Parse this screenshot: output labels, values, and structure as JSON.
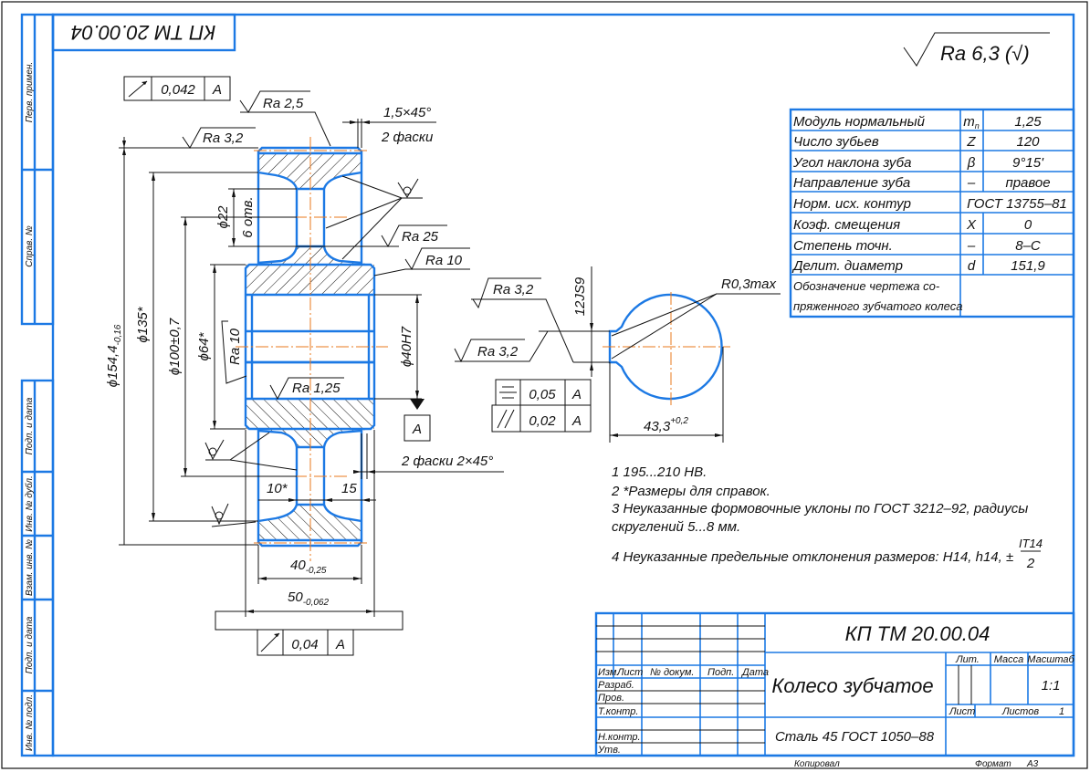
{
  "colors": {
    "frame": "#1c79e4",
    "axis": "#e8781e",
    "ink": "#111111"
  },
  "stamp_rotated": "КП ТМ 20.00.04",
  "side_strip": [
    "Перв. примен.",
    "Справ. №",
    "Подп. и дата",
    "Инв. № дубл.",
    "Взам. инв. №",
    "Подп. и дата",
    "Инв. № подл."
  ],
  "roughness_general": "Ra 6,3 (√)",
  "roughness": {
    "ra_2_5": "Ra 2,5",
    "ra_3_2_top": "Ra 3,2",
    "ra_25": "Ra 25",
    "ra_10_right": "Ra 10",
    "ra_10_bore": "Ra 10",
    "ra_1_25": "Ra 1,25",
    "ra_3_2_key_a": "Ra 3,2",
    "ra_3_2_key_b": "Ra 3,2"
  },
  "dimensions": {
    "d154": "ϕ154,4",
    "d154_tol": "-0,16",
    "d135": "ϕ135*",
    "d100": "ϕ100±0,7",
    "d64": "ϕ64*",
    "d22": "ϕ22",
    "holes": "6 отв.",
    "d40": "ϕ40H7",
    "chamfer_top": "1,5×45°",
    "chamfer_top_note": "2 фаски",
    "chamfer_bottom": "2 фаски 2×45°",
    "w10": "10*",
    "w15": "15",
    "w40": "40",
    "w40_tol": "-0,25",
    "w50": "50",
    "w50_tol": "-0,062",
    "key_width": "12JS9",
    "key_depth": "43,3",
    "key_depth_tol": "+0,2",
    "radius": "R0,3max"
  },
  "datum": "A",
  "tolerances": {
    "runout_top": {
      "value": "0,042",
      "datum": "A"
    },
    "runout_bottom": {
      "value": "0,04",
      "datum": "A"
    },
    "symmetry": {
      "value": "0,05",
      "datum": "A"
    },
    "parallel": {
      "value": "0,02",
      "datum": "A"
    }
  },
  "parameters": [
    {
      "name": "Модуль нормальный",
      "symbol": "mn",
      "value": "1,25"
    },
    {
      "name": "Число зубьев",
      "symbol": "Z",
      "value": "120"
    },
    {
      "name": "Угол наклона зуба",
      "symbol": "β",
      "value": "9°15'"
    },
    {
      "name": "Направление зуба",
      "symbol": "–",
      "value": "правое"
    },
    {
      "name": "Норм. исх. контур",
      "symbol": "",
      "value": "ГОСТ 13755–81"
    },
    {
      "name": "Коэф. смещения",
      "symbol": "X",
      "value": "0"
    },
    {
      "name": "Степень точн.",
      "symbol": "–",
      "value": "8–С"
    },
    {
      "name": "Делит. диаметр",
      "symbol": "d",
      "value": "151,9"
    },
    {
      "name": "Обозначение чертежа со-",
      "name2": "пряженного зубчатого колеса",
      "symbol": "",
      "value": ""
    }
  ],
  "notes": [
    "1 195...210 HB.",
    "2  *Размеры для справок.",
    "3 Неуказанные  формовочные  уклоны  по  ГОСТ  3212–92,  радиусы",
    "скруглений 5...8 мм.",
    "4  Неуказанные предельные отклонения размеров: Н14, h14, ±",
    "IT14",
    "2"
  ],
  "title_block": {
    "designation": "КП ТМ 20.00.04",
    "name": "Колесо зубчатое",
    "material": "Сталь 45 ГОСТ 1050–88",
    "headers": {
      "izm": "Изм.",
      "list": "Лист",
      "doc": "№ докум.",
      "sign": "Подп.",
      "date": "Дата"
    },
    "roles": [
      "Разраб.",
      "Пров.",
      "Т.контр.",
      "",
      "Н.контр.",
      "Утв."
    ],
    "lit": "Лит.",
    "mass": "Масса",
    "scale_label": "Масштаб",
    "scale": "1:1",
    "sheet": "Лист",
    "sheets": "Листов",
    "sheets_value": "1",
    "copied": "Копировал",
    "format": "Формат",
    "format_value": "А3"
  }
}
